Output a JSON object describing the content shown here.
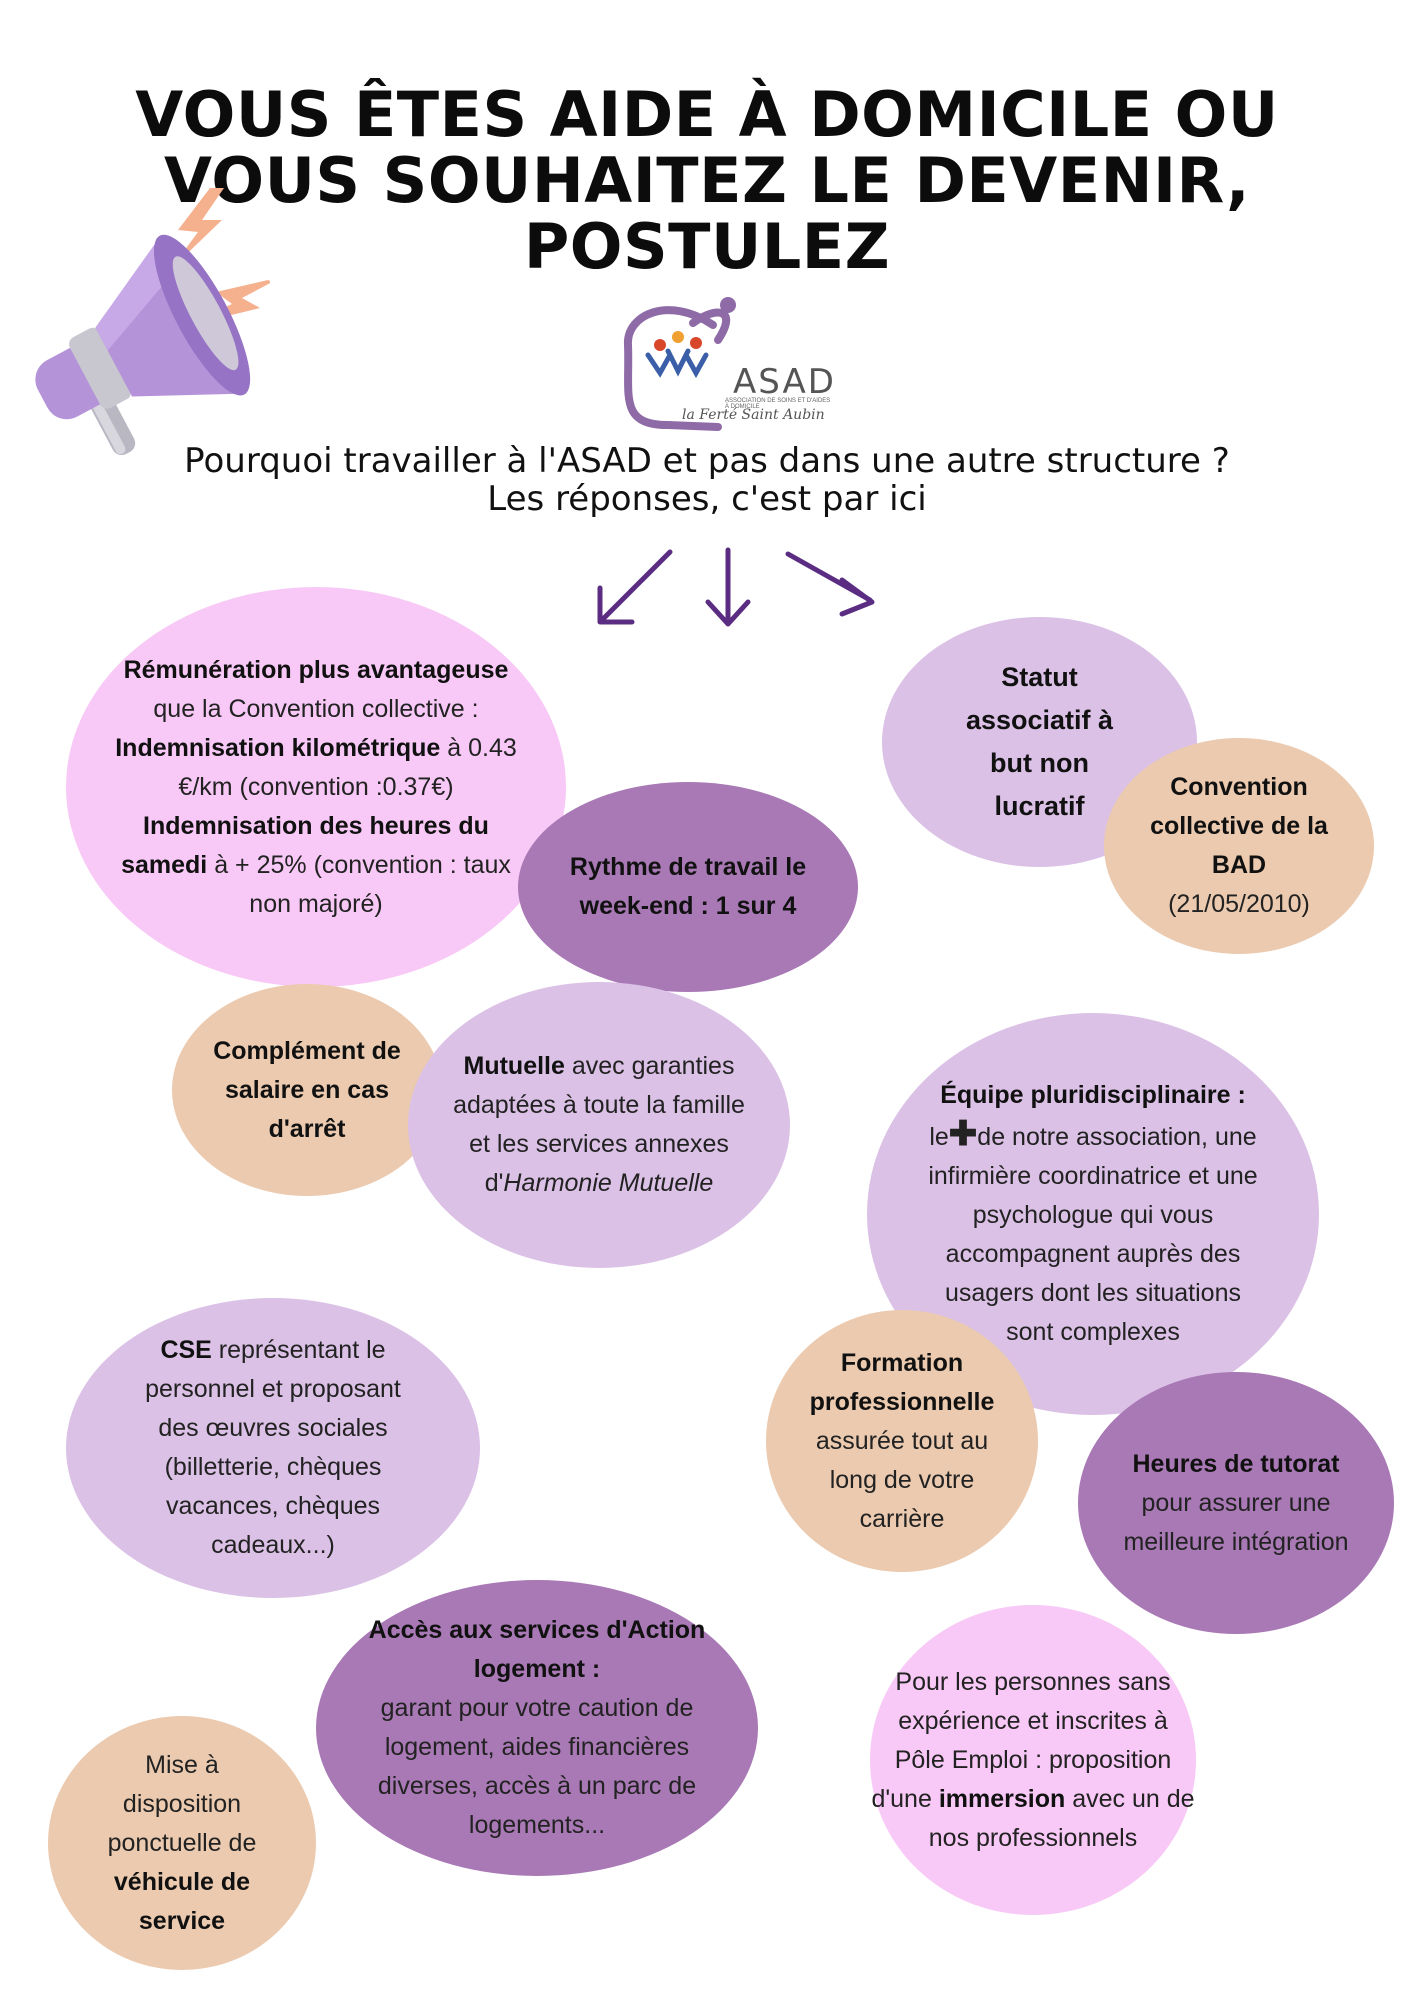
{
  "title": {
    "line1": "VOUS ÊTES AIDE À DOMICILE OU",
    "line2": "VOUS SOUHAITEZ LE DEVENIR,",
    "line3": "POSTULEZ"
  },
  "logo": {
    "name": "ASAD",
    "tagline": "ASSOCIATION DE SOINS ET D'AIDES À DOMICILE",
    "city": "la Ferté Saint Aubin"
  },
  "intro": {
    "line1": "Pourquoi travailler à l'ASAD et pas dans une autre structure ?",
    "line2": "Les réponses, c'est par ici"
  },
  "bubbles": {
    "remuneration": {
      "b1": "Rémunération plus avantageuse",
      "t1": " que la Convention collective :",
      "b2": "Indemnisation kilométrique",
      "t2": " à 0.43 €/km (convention :0.37€)",
      "b3": "Indemnisation des heures du samedi",
      "t3": " à + 25% (convention : taux non majoré)"
    },
    "statut": {
      "b1": "Statut associatif à but non lucratif"
    },
    "convention": {
      "b1": "Convention collective de la BAD",
      "t1": "(21/05/2010)"
    },
    "rythme": {
      "b1": "Rythme de travail le week-end : 1 sur 4"
    },
    "complement": {
      "b1": "Complément de salaire en cas d'arrêt"
    },
    "mutuelle": {
      "b1": "Mutuelle",
      "t1": " avec garanties adaptées à toute la famille et les services annexes d'",
      "i1": "Harmonie Mutuelle"
    },
    "equipe": {
      "b1": "Équipe pluridisciplinaire :",
      "t0": "le",
      "plus": "✚",
      "t1": "de notre association, une infirmière coordinatrice et une psychologue qui vous accompagnent auprès des usagers dont les situations sont complexes"
    },
    "cse": {
      "b1": "CSE",
      "t1": " représentant le personnel et proposant des œuvres sociales (billetterie, chèques vacances, chèques cadeaux...)"
    },
    "formation": {
      "b1": "Formation professionnelle",
      "t1": "assurée tout au long de votre carrière"
    },
    "tutorat": {
      "b1": "Heures de tutorat",
      "t1": "pour assurer une meilleure intégration"
    },
    "logement": {
      "b1": "Accès aux services d'Action logement :",
      "t1": "garant pour votre caution de logement, aides financières diverses, accès à un parc de logements..."
    },
    "immersion": {
      "t1": "Pour les personnes sans expérience et inscrites à Pôle Emploi : proposition d'une ",
      "b1": "immersion",
      "t2": " avec un de nos professionnels"
    },
    "vehicule": {
      "t1": "Mise à disposition ponctuelle de ",
      "b1": "véhicule de service"
    }
  },
  "colors": {
    "pink": "#f8c9f6",
    "lilac": "#dbc1e6",
    "purple": "#a979b6",
    "tan": "#ebcaaf",
    "arrow": "#5b2d82"
  },
  "icons": [
    "megaphone-icon",
    "lightning-icon",
    "arrow-down-left-icon",
    "arrow-down-icon",
    "arrow-down-right-icon",
    "plus-icon"
  ]
}
